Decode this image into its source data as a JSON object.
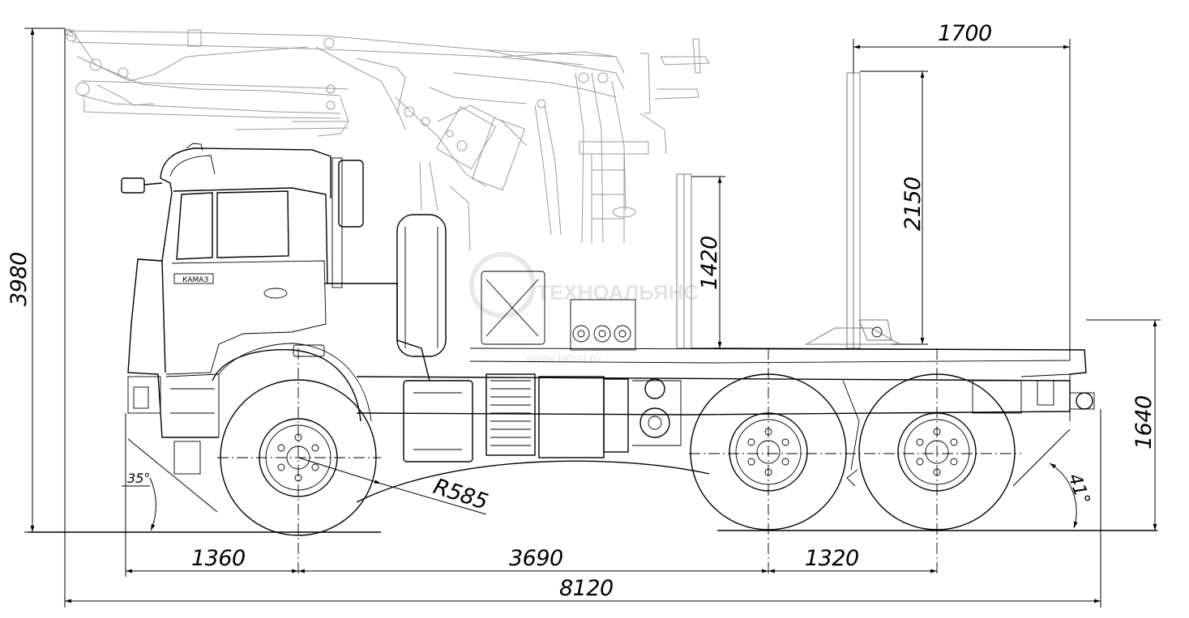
{
  "drawing": {
    "type": "technical side-view drawing of a 6x6 timber truck with loader crane",
    "dimensions": {
      "overall_height": "3980",
      "overall_length": "8120",
      "front_overhang": "1360",
      "wheelbase": "3690",
      "rear_axle_spacing": "1320",
      "stanchion_spacing": "1700",
      "rear_stanchion_height": "2150",
      "front_stanchion_height": "1420",
      "frame_height": "1640",
      "turning_radius": "R585",
      "approach_angle": "35°",
      "departure_angle": "41°"
    },
    "watermark": {
      "brand": "ТЕХНОАЛЬЯНС",
      "url": "www.tehal.ru"
    },
    "cab_badge": "КАМАЗ"
  }
}
